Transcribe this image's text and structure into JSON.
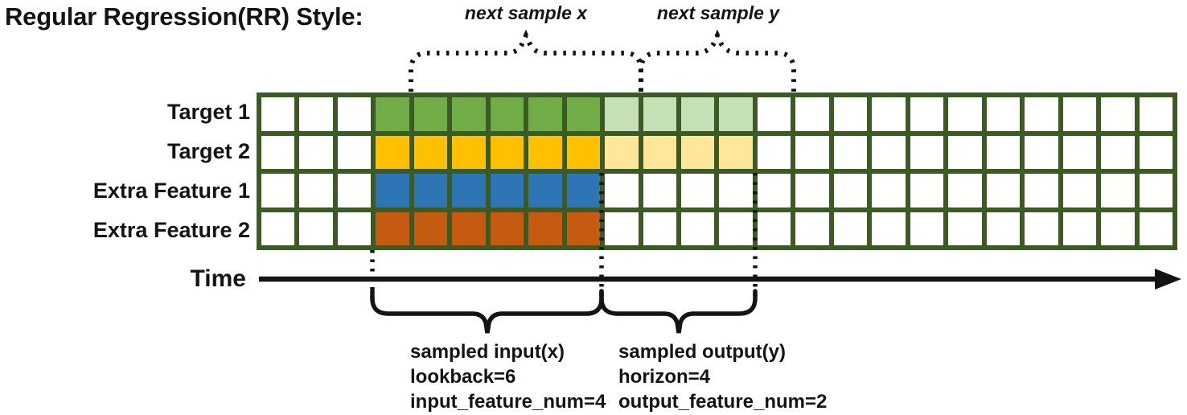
{
  "title": "Regular Regression(RR) Style:",
  "time_label": "Time",
  "annotations": {
    "next_sample_x": "next sample x",
    "next_sample_y": "next sample y",
    "sampled_input": [
      "sampled input(x)",
      "lookback=6",
      "input_feature_num=4"
    ],
    "sampled_output": [
      "sampled output(y)",
      "horizon=4",
      "output_feature_num=2"
    ]
  },
  "grid": {
    "columns": 24,
    "input_start_col": 3,
    "lookback": 6,
    "horizon": 4,
    "rows": [
      {
        "label": "Target 1",
        "input_color": "#70AD47",
        "output_color": "#C5E0B4"
      },
      {
        "label": "Target 2",
        "input_color": "#FFC000",
        "output_color": "#FFE699"
      },
      {
        "label": "Extra Feature 1",
        "input_color": "#2E75B6",
        "output_color": null
      },
      {
        "label": "Extra Feature 2",
        "input_color": "#C55A11",
        "output_color": null
      }
    ],
    "border_color": "#3B5A24",
    "empty_cell_color": "#FFFFFF"
  },
  "colors": {
    "ink": "#141414"
  }
}
